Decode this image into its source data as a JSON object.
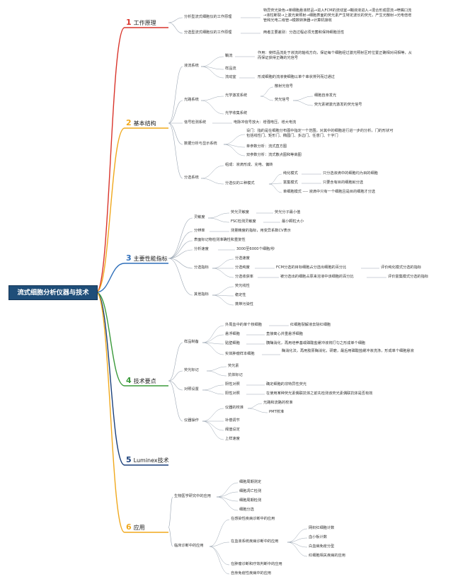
{
  "colors": {
    "b1": "#d9342b",
    "b2": "#f0a81c",
    "b3": "#2f6fba",
    "b4": "#3a9a3a",
    "b5": "#1a3f7a",
    "b6": "#f0a81c",
    "root_bg": "#1f4e79",
    "line": "#9aa5b2"
  },
  "root": "流式细胞分析仪器与技术",
  "branches": [
    {
      "num": "1",
      "label": "工作原理"
    },
    {
      "num": "2",
      "label": "基本结构"
    },
    {
      "num": "3",
      "label": "主要性能指标"
    },
    {
      "num": "4",
      "label": "技术要点"
    },
    {
      "num": "5",
      "label": "Luminex技术"
    },
    {
      "num": "6",
      "label": "应用"
    }
  ],
  "b1": {
    "fenguang": "分析型流式细胞仪的工作原理",
    "fenguang_desc": "特异荧光染色→单细胞悬液样品→进入FCM的流动室→鞘液液进入→混合形成层流→喷嘴口流→液柱断裂→上激光束照射→细胞表面的荧光素产生特定波长的荧光，产生光散射→光电倍增管和光电二级管→模数转换器→计算机接收",
    "fenxuan": "分选型流式细胞仪的工作原理",
    "fenxuan_desc": "两者主要差别：分选过程必须无菌和保持细胞活性"
  },
  "b2": {
    "yeliu": "液流系统",
    "qiaoliu": "鞘流",
    "qiaoliu_desc": "作用：使样品流处于液流的轴线方向，保证每个细胞经过激光照射区时位置正确相对间相等，从而保证获得正确的光信号",
    "yangpinliu": "样品流",
    "liudongshi": "流动室",
    "liudongshi_desc": "形成细胞的流液使细胞以单个串状排列而过通过",
    "guanglu": "光路系统",
    "jifa": "光学激发系统",
    "sanshe": "散射光信号",
    "yingguang": "荧光信号",
    "zishen": "细胞自身发光",
    "biaoji": "荧光素被激光激发的荧光信号",
    "shouji": "光学收集系统",
    "xinhao": "信号检测系统",
    "xinhao_desc": "电脉冲信号放大：增强电压、增大电流",
    "shuju": "数据分析与显示系统",
    "shemen": "设门：指的是在细胞分布图中指定一个范围，对其中的细胞进行进一步的分析，门的形状可包括线性门、矩形门、椭圆门、多边门、任意门、十字门",
    "dancan": "单参数分析：流式直方图",
    "shuangcan": "双参数分析：流式散点图和等高图",
    "fenxuan": "分选系统",
    "zucheng": "组成：液滴形成、充电、偏转",
    "sanzhong": "分选仪的三种模式",
    "chunhua": "纯化模式",
    "chunhua_desc": "只分选液滴中的细胞均为目的细胞",
    "fuji": "富集模式",
    "fuji_desc": "只要含有目的细胞就分选",
    "danxibao": "单细胞模式 ---- 液滴中只有一个细胞且是目的细胞才分选"
  },
  "b3": {
    "lingmin": "灵敏度",
    "yingguang_lmd": "荧光灵敏度",
    "yingguang_lmd_desc": "荧光分子最小值",
    "fsc": "FSC检测灵敏度",
    "fsc_desc": "最小颗粒大小",
    "fenbian": "分辨率",
    "fenbian_desc": "测量精度的指标，用变异系数CV表示",
    "biaomian": "表面标记物检测准确性和重复性",
    "fenxisudu": "分析速度",
    "fenxisudu_desc": "3000至6000个细胞/秒",
    "fenxuanzb": "分选指标",
    "fenxuansudu": "分选速度",
    "chundu": "分选纯度",
    "chundu_desc": "FCM分选的目标细胞占分选出细胞的百分比",
    "chundu_eval": "评价纯化模式分选的指标",
    "shoulv": "分选收获率",
    "shoulv_desc": "被分选出的细胞占原来溶液中该细胞的百分比",
    "shoulv_eval": "评价富集模式分选的指标",
    "qita": "其他指标",
    "xianxing": "荧光线性",
    "wending": "稳定性",
    "wuran": "携带污染性"
  },
  "b4": {
    "yangpin": "样品制备",
    "waizhou": "外周血中的单个核细胞",
    "waizhou_desc": "红细胞裂解液去除红细胞",
    "xuanfu": "悬浮细胞",
    "xuanfu_desc": "直接离心并重悬浮细胞",
    "tiebi": "贴壁细胞",
    "tiebi_desc": "胰酶消化，再用培养基或磷酸盐缓冲液将打匀之形成单个细胞",
    "shiti": "实体肿瘤样本细胞",
    "shiti_desc": "酶消化法，再用胶原酶消化，研磨，最后用磷酸盐缓冲液洗涤，形成单个细胞悬液",
    "biaoji": "荧光标记",
    "yingguangsu": "荧光素",
    "kangti": "抗体标记",
    "duizhao": "对照设置",
    "yinxing": "阴性对照",
    "yinxing_desc": "确定细胞的非特异性荧光",
    "yangxing": "阳性对照",
    "yangxing_desc": "在使用某种荧光素偶联抗体之前先检测该荧光素偶联抗体是否有效",
    "caozuo": "仪器操作",
    "jiaozhun": "仪器的校准",
    "guanglu_jz": "光路和流路的校准",
    "pmt": "PMT校准",
    "buchang": "补偿调节",
    "yuzhi": "阈值设定",
    "sudu": "上样速度"
  },
  "b6": {
    "shengwu": "生物医学研究中的应用",
    "zhouqi": "细胞周期测定",
    "diaowang": "细胞凋亡检测",
    "zhouqi2": "细胞周期检测",
    "fenxuan": "细胞分选",
    "linchuang": "临床诊断中的应用",
    "ganran": "在感染性疾病诊断中的应用",
    "xueye": "在血液系统疾病诊断中的应用",
    "wangzhi": "网织红细胞计数",
    "xuexiaoban": "血小板计数",
    "baixuebing": "白血病免疫分型",
    "hongxibao": "红细胞相关疾病的应用",
    "zhongliu": "在肿瘤诊断和疗效判断中的应用",
    "zishen": "自身免疫性疾病中的应用"
  }
}
